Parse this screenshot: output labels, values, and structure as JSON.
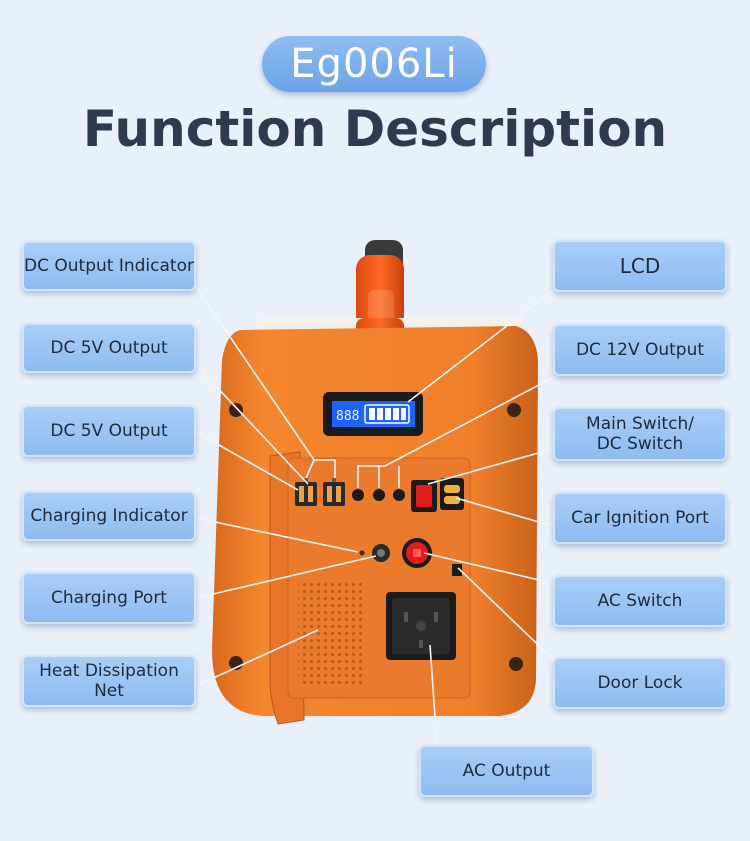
{
  "header": {
    "model": "Eg006Li",
    "title": "Function Description"
  },
  "labels": {
    "dc_output_indicator": "DC Output Indicator",
    "dc_5v_output_1": "DC 5V Output",
    "dc_5v_output_2": "DC 5V Output",
    "charging_indicator": "Charging Indicator",
    "charging_port": "Charging Port",
    "heat_dissipation_net": "Heat Dissipation Net",
    "lcd": "LCD",
    "dc_12v_output": "DC 12V Output",
    "main_switch_line1": "Main Switch/",
    "main_switch_line2": "DC Switch",
    "car_ignition_port": "Car Ignition Port",
    "ac_switch": "AC Switch",
    "door_lock": "Door Lock",
    "ac_output": "AC Output"
  },
  "device": {
    "lcd_reading": "888"
  },
  "colors": {
    "body_orange": "#f07f2b",
    "label_blue": "#97c2f2",
    "title_dark": "#2f3a4e"
  }
}
